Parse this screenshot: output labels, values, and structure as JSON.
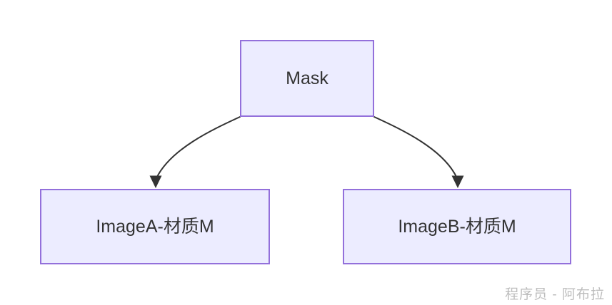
{
  "diagram": {
    "type": "flowchart",
    "direction": "top-down",
    "nodes": [
      {
        "id": "mask",
        "label": "Mask"
      },
      {
        "id": "imageA",
        "label": "ImageA-材质M"
      },
      {
        "id": "imageB",
        "label": "ImageB-材质M"
      }
    ],
    "edges": [
      {
        "from": "mask",
        "to": "imageA",
        "arrow": "filled-triangle-down"
      },
      {
        "from": "mask",
        "to": "imageB",
        "arrow": "filled-triangle-down"
      }
    ],
    "colors": {
      "node_fill": "#ECECFF",
      "node_border": "#9370DB",
      "edge_stroke": "#333333",
      "label_text": "#333333",
      "background": "#FFFFFF",
      "watermark_text": "#BDBDBD"
    }
  },
  "watermark": {
    "text": "程序员 - 阿布拉"
  }
}
